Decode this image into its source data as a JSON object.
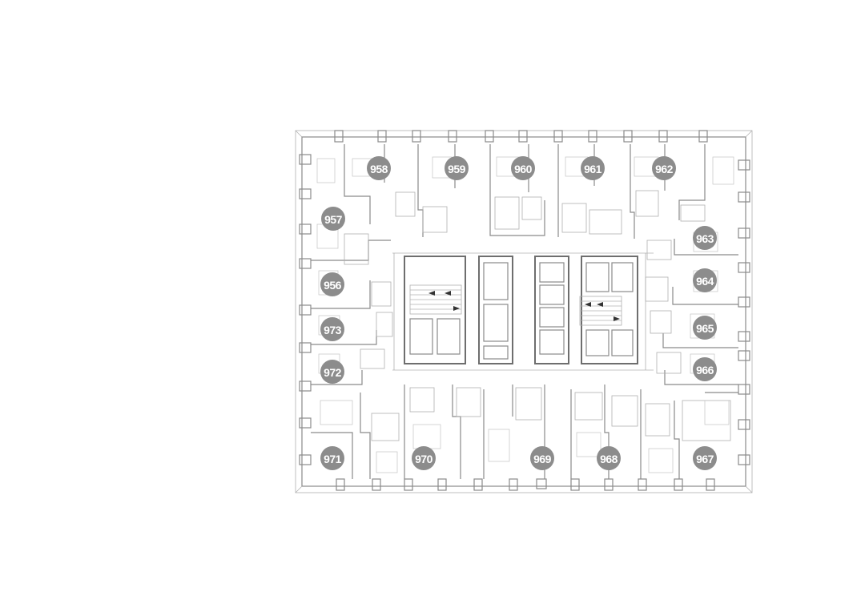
{
  "floor_plan": {
    "units": [
      {
        "id": "958",
        "label": "958"
      },
      {
        "id": "959",
        "label": "959"
      },
      {
        "id": "960",
        "label": "960"
      },
      {
        "id": "961",
        "label": "961"
      },
      {
        "id": "962",
        "label": "962"
      },
      {
        "id": "957",
        "label": "957"
      },
      {
        "id": "963",
        "label": "963"
      },
      {
        "id": "956",
        "label": "956"
      },
      {
        "id": "964",
        "label": "964"
      },
      {
        "id": "973",
        "label": "973"
      },
      {
        "id": "965",
        "label": "965"
      },
      {
        "id": "972",
        "label": "972"
      },
      {
        "id": "966",
        "label": "966"
      },
      {
        "id": "971",
        "label": "971"
      },
      {
        "id": "970",
        "label": "970"
      },
      {
        "id": "969",
        "label": "969"
      },
      {
        "id": "968",
        "label": "968"
      },
      {
        "id": "967",
        "label": "967"
      }
    ],
    "colors": {
      "badge": "#8c8c8c",
      "badge_text": "#ffffff",
      "walls": "#8a8a8a",
      "background": "#ffffff"
    }
  }
}
